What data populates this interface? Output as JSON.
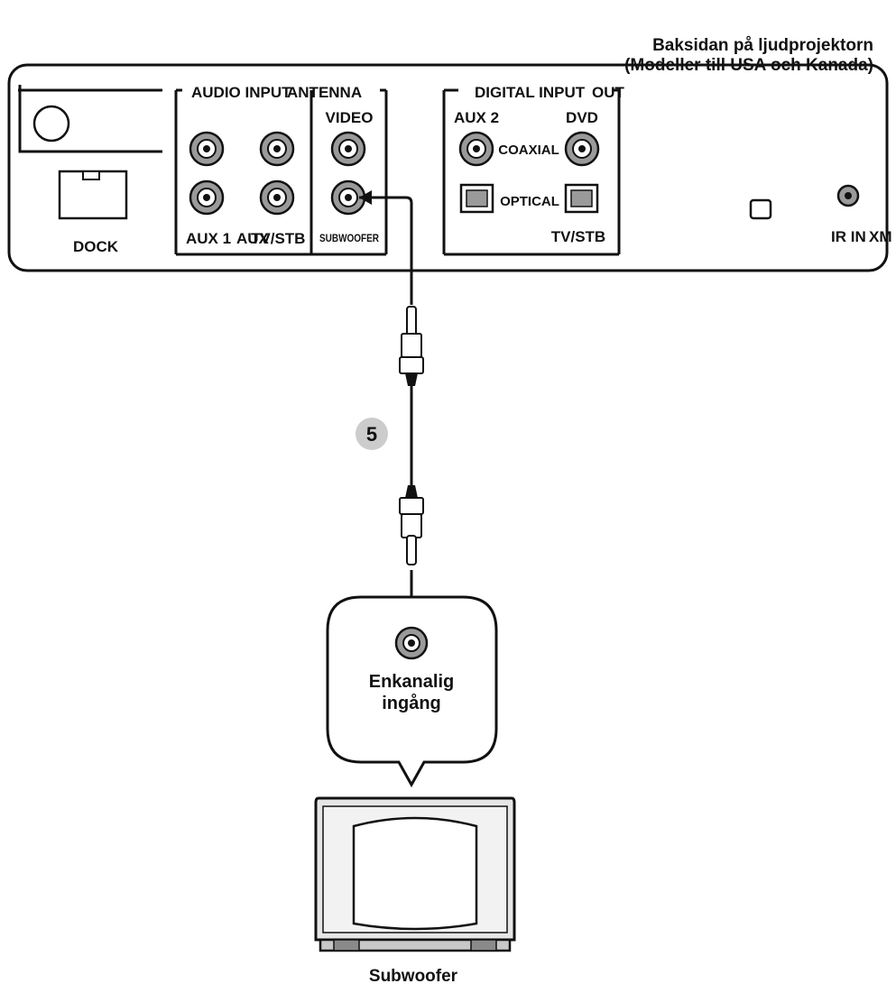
{
  "heading": {
    "line1": "Baksidan på ljudprojektorn",
    "line2": "(Modeller till USA och Kanada)"
  },
  "panel": {
    "dock_label": "DOCK",
    "audio_input": {
      "header": "AUDIO INPUT",
      "aux1": "AUX 1",
      "aux_overlap": "AUX",
      "tvstb": "TV/STB"
    },
    "antenna": {
      "header": "ANTENNA",
      "video": "VIDEO",
      "subwoofer": "SUBWOOFER"
    },
    "digital_input": {
      "header": "DIGITAL INPUT",
      "out_overlap": "OUT",
      "aux2": "AUX 2",
      "dvd": "DVD",
      "coaxial": "COAXIAL",
      "optical": "OPTICAL",
      "tvstb": "TV/STB"
    },
    "ir_in": "IR IN",
    "ir_overlap": "XM"
  },
  "cable": {
    "step_number": "5"
  },
  "subwoofer": {
    "input_label_line1": "Enkanalig",
    "input_label_line2": "ingång",
    "device_label": "Subwoofer"
  },
  "colors": {
    "line": "#111111",
    "jack_fill": "#9a9a9a",
    "badge_fill": "#cccccc",
    "device_fill": "#e6e6e6"
  }
}
